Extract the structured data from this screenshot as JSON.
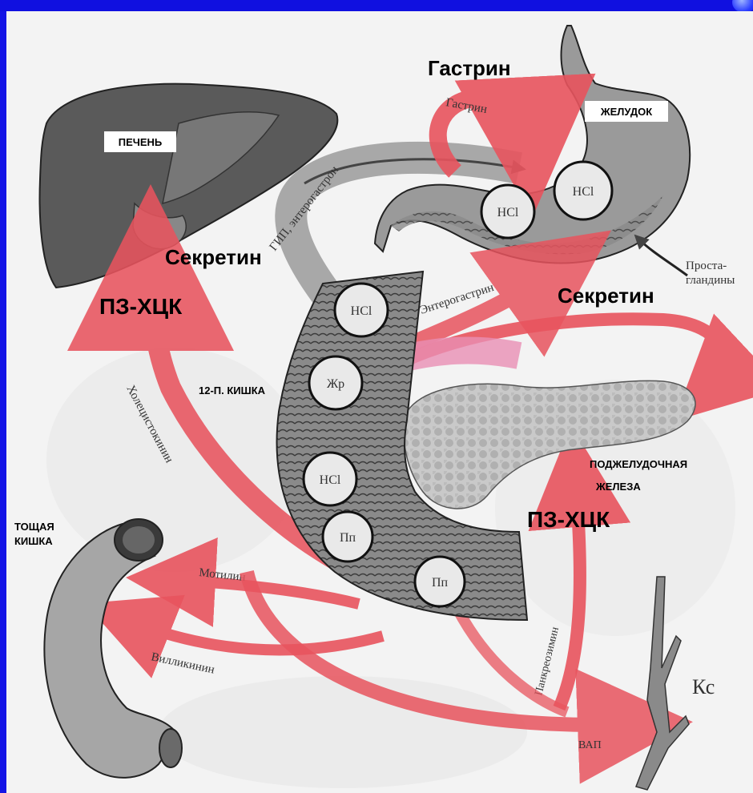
{
  "organs": {
    "liver": "ПЕЧЕНЬ",
    "stomach": "ЖЕЛУДОК",
    "duodenum": "12-П. КИШКА",
    "pancreas_line1": "ПОДЖЕЛУДОЧНАЯ",
    "pancreas_line2": "ЖЕЛЕЗА",
    "jejunum_line1": "ТОЩАЯ",
    "jejunum_line2": "КИШКА",
    "vessel": "Кс"
  },
  "hormones_bold": {
    "gastrin": "Гастрин",
    "secretin_left": "Секретин",
    "secretin_right": "Секретин",
    "pz_hck_left": "ПЗ-ХЦК",
    "pz_hck_right": "ПЗ-ХЦК"
  },
  "arrow_labels": {
    "gastrin": "Гастрин",
    "gip": "ГИП, энтерогастрон",
    "enterogastrin": "Энтерогастрин",
    "prostaglandins_line1": "Проста-",
    "prostaglandins_line2": "гландины",
    "cholecystokinin": "Холецистокинин",
    "motilin": "Мотилин",
    "villikinin": "Вилликинин",
    "pancreozymin": "Панкреозимин",
    "vip": "ВАП"
  },
  "stimuli": {
    "stomach_hcl_1": "HCl",
    "stomach_hcl_2": "HCl",
    "duodenum_hcl_1": "HCl",
    "duodenum_fat": "Жр",
    "duodenum_hcl_2": "HCl",
    "duodenum_pp_1": "Пп",
    "duodenum_pp_2": "Пп"
  },
  "colors": {
    "frame": "#1414e6",
    "background": "#f3f3f3",
    "hormone_arrow": "#e8545e",
    "gip_arrow": "#9a9a9a",
    "secretin_band": "#e98fb4"
  }
}
